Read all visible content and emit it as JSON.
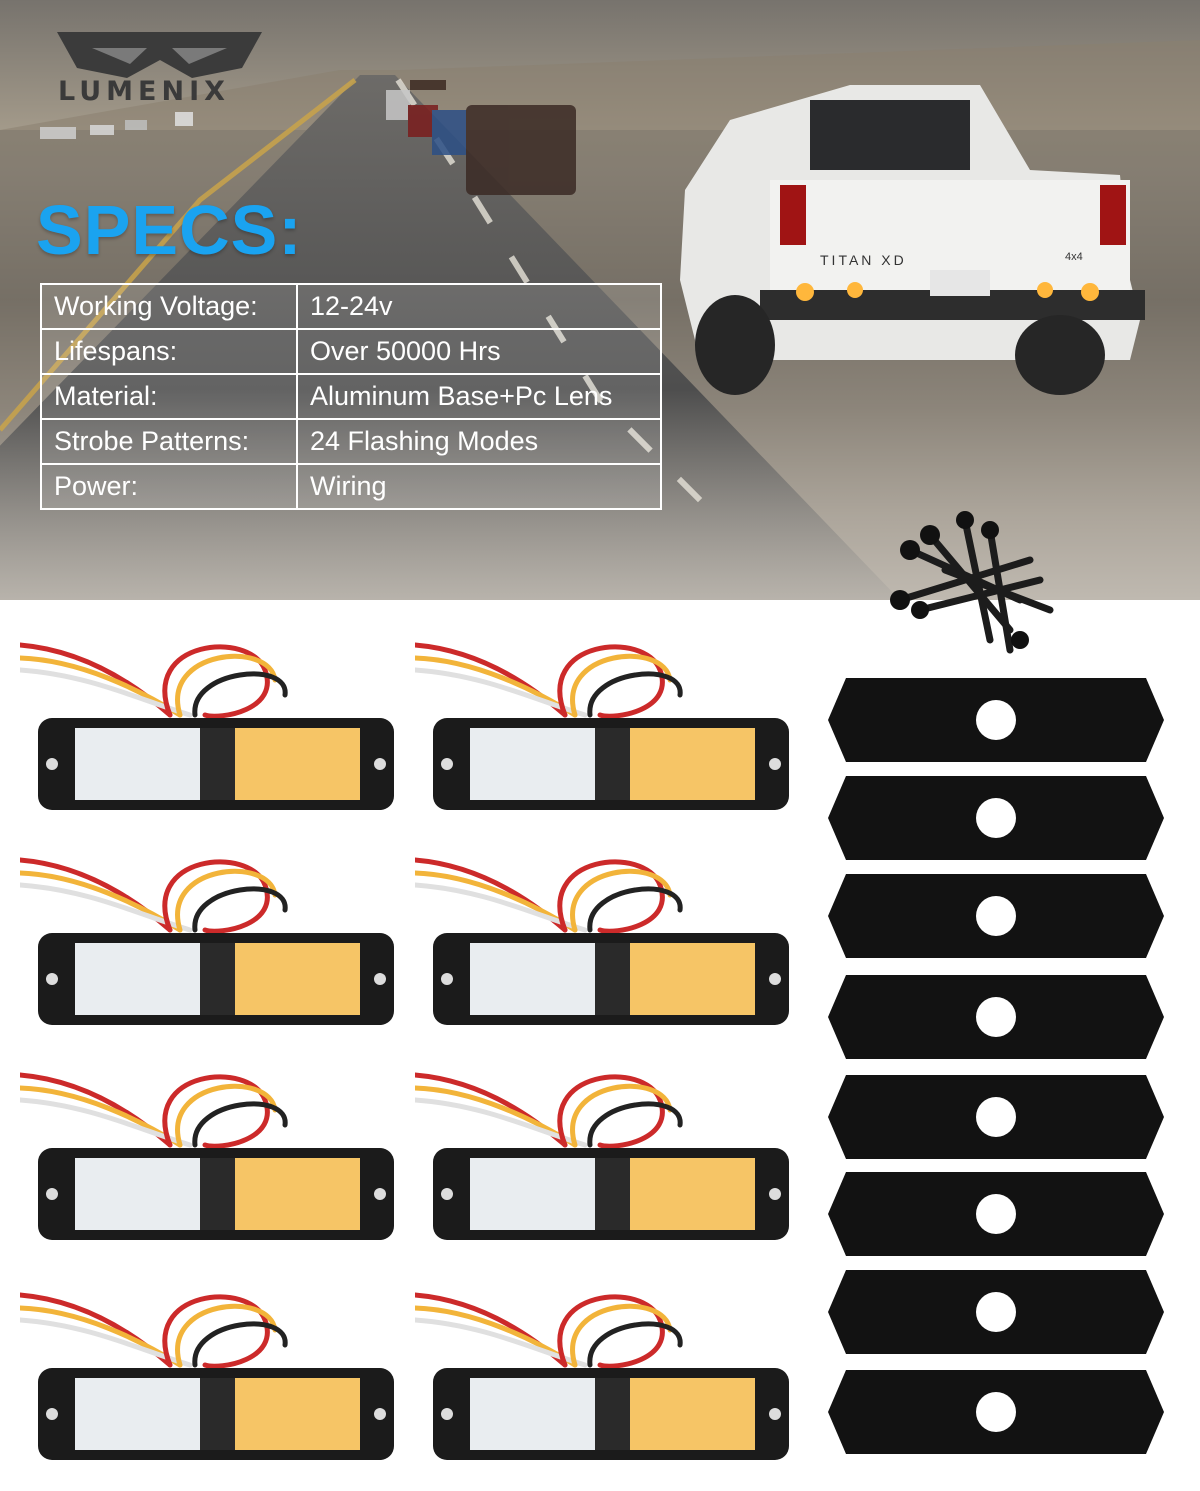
{
  "brand": {
    "name": "LUMENIX"
  },
  "heading": "SPECS:",
  "specs": [
    {
      "label": "Working Voltage:",
      "value": "12-24v"
    },
    {
      "label": "Lifespans:",
      "value": "Over 50000 Hrs"
    },
    {
      "label": "Material:",
      "value": "Aluminum Base+Pc Lens"
    },
    {
      "label": "Strobe Patterns:",
      "value": "24 Flashing Modes"
    },
    {
      "label": "Power:",
      "value": "Wiring"
    }
  ],
  "colors": {
    "accent": "#1aa3f0",
    "amber": "#f7b33a",
    "pad": "#111111"
  },
  "product_counts": {
    "lights": 8,
    "mounting_pads": 8
  }
}
